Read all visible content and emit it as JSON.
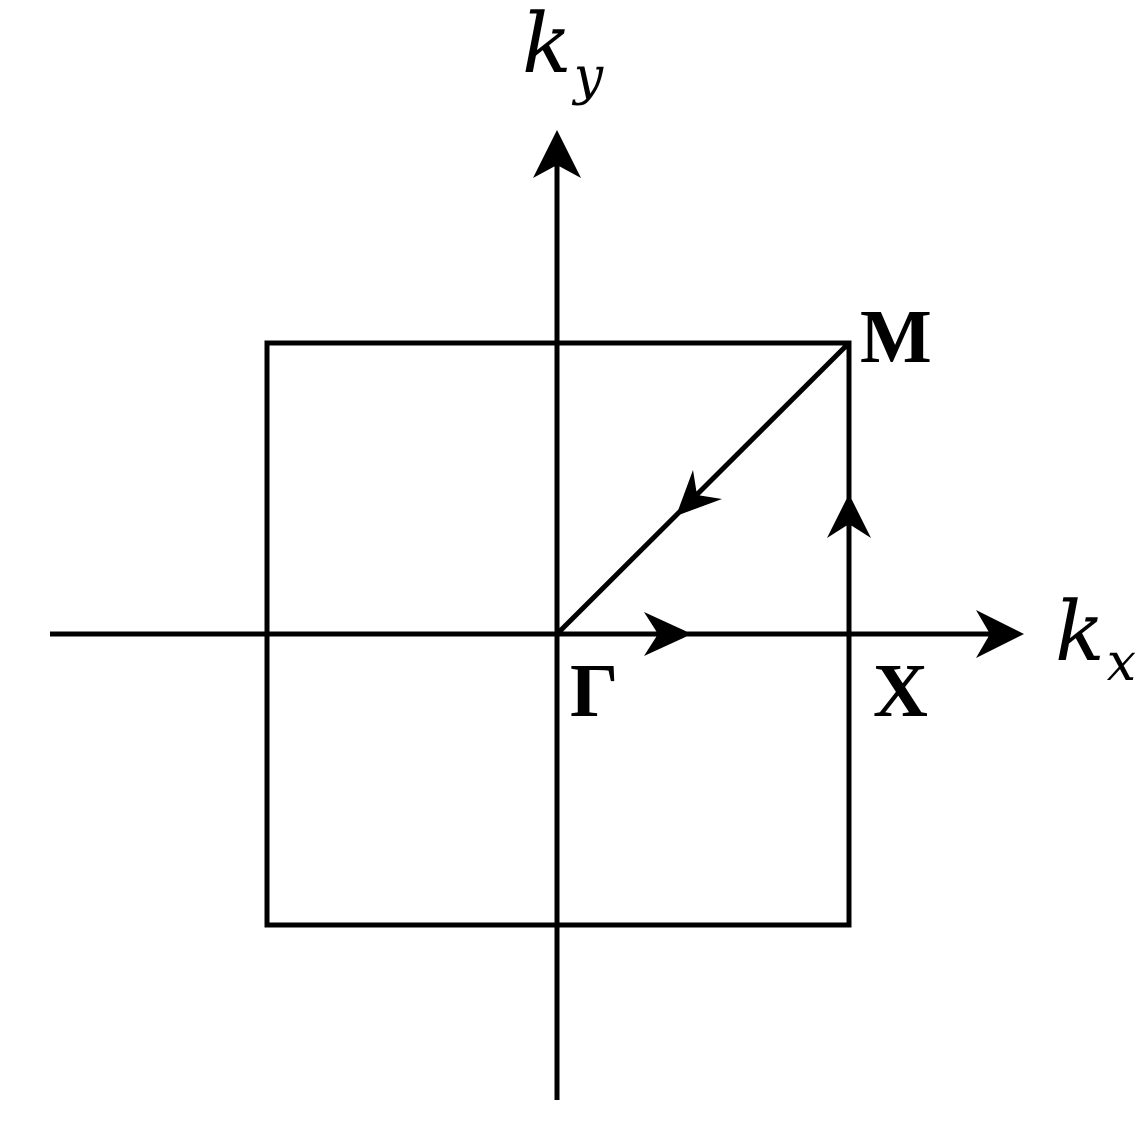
{
  "axes": {
    "x_label": "k",
    "x_subscript": "x",
    "y_label": "k",
    "y_subscript": "y"
  },
  "points": {
    "gamma": "Γ",
    "x": "X",
    "m": "M"
  },
  "colors": {
    "stroke": "#000000",
    "background": "#ffffff"
  }
}
